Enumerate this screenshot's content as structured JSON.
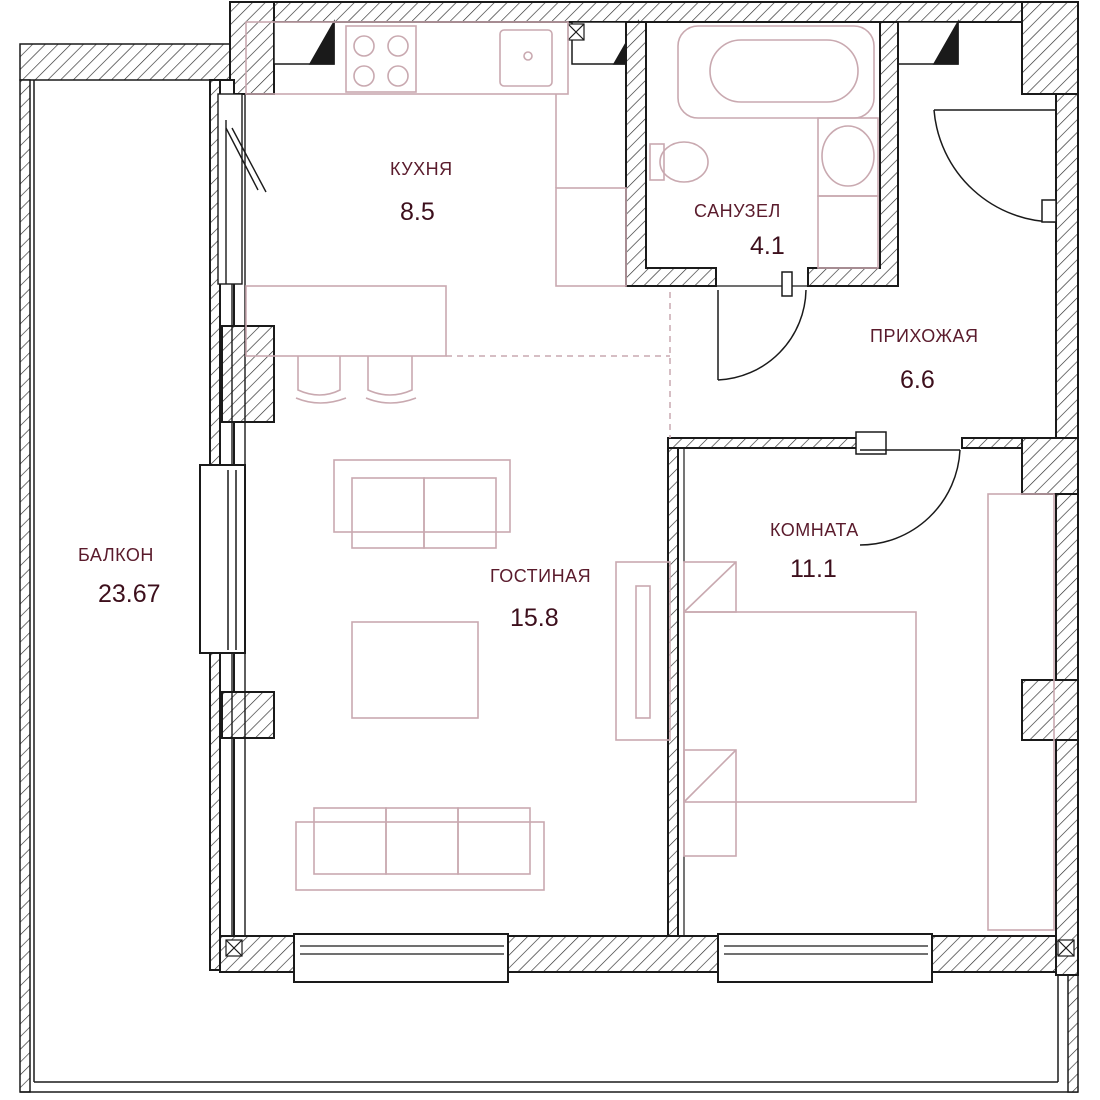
{
  "plan": {
    "rooms": [
      {
        "id": "kitchen",
        "name": "КУХНЯ",
        "area": "8.5"
      },
      {
        "id": "bathroom",
        "name": "САНУЗЕЛ",
        "area": "4.1"
      },
      {
        "id": "hallway",
        "name": "ПРИХОЖАЯ",
        "area": "6.6"
      },
      {
        "id": "bedroom",
        "name": "КОМНАТА",
        "area": "11.1"
      },
      {
        "id": "living",
        "name": "ГОСТИНАЯ",
        "area": "15.8"
      },
      {
        "id": "balcony",
        "name": "БАЛКОН",
        "area": "23.67"
      }
    ],
    "colors": {
      "wall": "#1a1a1a",
      "hatch": "#2b2b2b",
      "furniture": "#c9a9b0",
      "label": "#5a1b2c",
      "area": "#3d0f1c"
    }
  }
}
